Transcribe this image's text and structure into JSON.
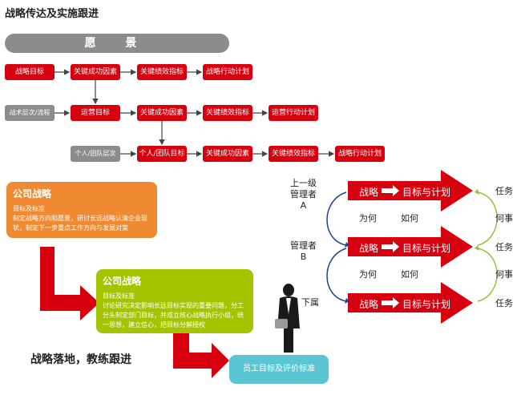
{
  "title": "战略传达及实施跟进",
  "vision": "愿 景",
  "rows": [
    {
      "side": "",
      "items": [
        "战略目标",
        "关键成功因素",
        "关键绩效指标",
        "战略行动计划"
      ]
    },
    {
      "side": "战术层次/流程",
      "items": [
        "运营目标",
        "关键成功因素",
        "关键绩效指标",
        "运营行动计划"
      ]
    },
    {
      "side": "个人/团队层次",
      "items": [
        "个人/团队目标",
        "关键成功因素",
        "关键绩效指标",
        "战略行动计划"
      ]
    }
  ],
  "panels": {
    "company": {
      "heading": "公司战略",
      "sub": "目标及标准",
      "body": "制定战略方向和愿景，研讨长远战略认清企业现状，制定下一步重点工作方向与发展对策",
      "color": "#ef8a32"
    },
    "company2": {
      "heading": "公司战略",
      "sub": "目标及标准",
      "body": "讨论研究决定影响长远目标实现的重要问题，分工分头制定部门目标，并成立核心战略执行小组，统一思想，建立信心，把目标分解授权",
      "color": "#a5c400"
    },
    "employee": {
      "label": "员工目标及评价标准",
      "color": "#5bc6d3"
    }
  },
  "slogan": "战略落地，教练跟进",
  "subordinate": "下属",
  "cascade": {
    "levels": [
      "上一级\n管理者\nA",
      "管理者\nB"
    ],
    "arrow_left": "战略",
    "arrow_right": "目标与计划",
    "how_what": [
      "为何",
      "如何"
    ],
    "right_labels": [
      "任务",
      "何事",
      "任务",
      "何事",
      "任务"
    ]
  }
}
